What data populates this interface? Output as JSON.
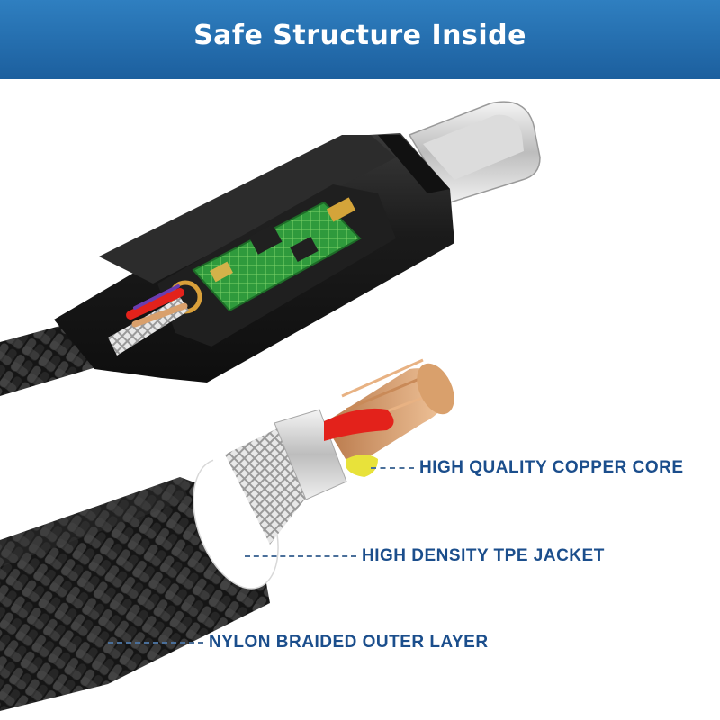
{
  "banner": {
    "title": "Safe Structure Inside",
    "color": "#1f64a5"
  },
  "callouts": [
    {
      "label": "HIGH QUALITY COPPER CORE"
    },
    {
      "label": "HIGH DENSITY TPE JACKET"
    },
    {
      "label": "NYLON BRAIDED OUTER LAYER"
    }
  ],
  "icons": [
    "usb-c-connector-icon",
    "circuit-board-icon",
    "copper-wire-icon",
    "braided-cable-icon"
  ],
  "colors": {
    "label_text": "#1b4e8c",
    "copper": "#d9a06c",
    "tpe_jacket": "#ffffff",
    "red_wire": "#e3221b",
    "yellow_wire": "#e8e23a",
    "pcb": "#2f9a3c",
    "housing": "#1b1b1b"
  }
}
